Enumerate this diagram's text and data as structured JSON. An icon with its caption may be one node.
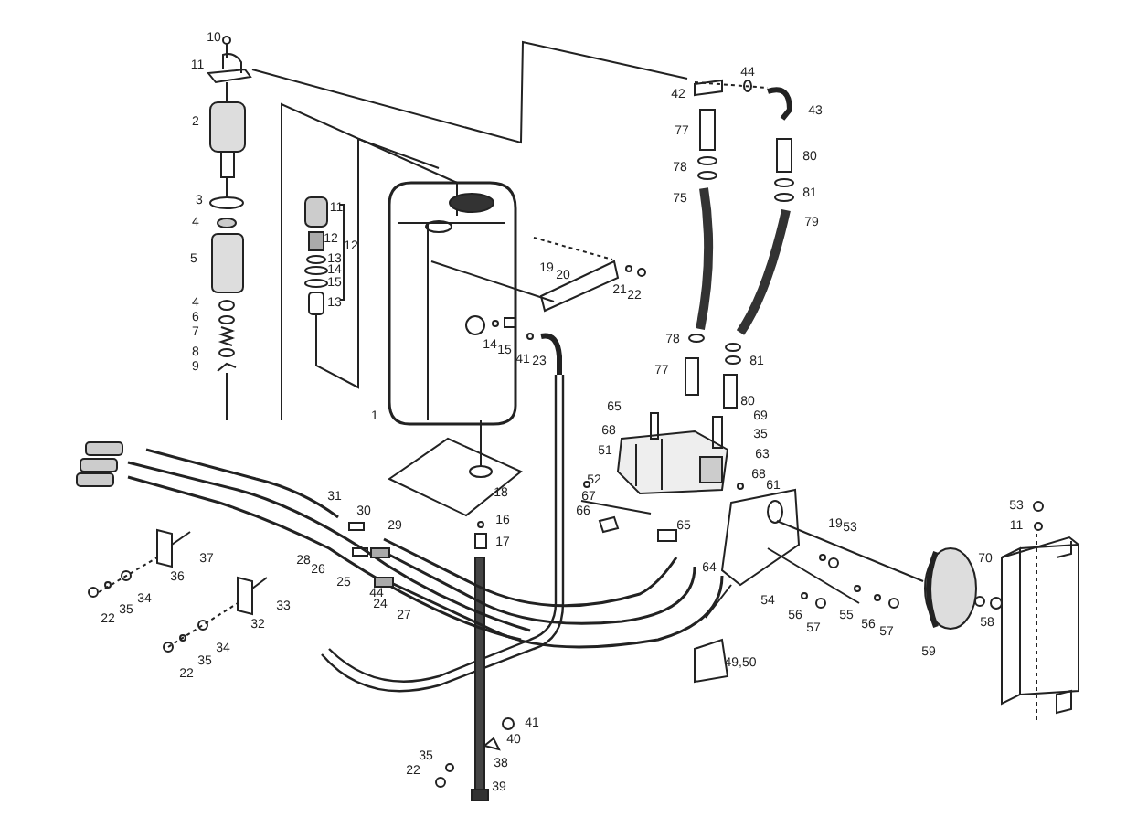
{
  "diagram": {
    "labels": [
      "10",
      "11",
      "44",
      "42",
      "43",
      "2",
      "77",
      "80",
      "78",
      "81",
      "3",
      "75",
      "11",
      "4",
      "79",
      "12",
      "12",
      "5",
      "13",
      "14",
      "19",
      "20",
      "15",
      "21",
      "22",
      "4",
      "13",
      "6",
      "7",
      "78",
      "14",
      "15",
      "41",
      "8",
      "81",
      "23",
      "9",
      "77",
      "80",
      "65",
      "1",
      "69",
      "68",
      "35",
      "51",
      "63",
      "68",
      "52",
      "61",
      "18",
      "31",
      "67",
      "30",
      "66",
      "53",
      "16",
      "19",
      "29",
      "65",
      "53",
      "11",
      "17",
      "37",
      "28",
      "64",
      "26",
      "70",
      "36",
      "25",
      "44",
      "34",
      "54",
      "24",
      "33",
      "58",
      "35",
      "27",
      "55",
      "56",
      "22",
      "56",
      "32",
      "57",
      "57",
      "34",
      "59",
      "35",
      "49,50",
      "22",
      "41",
      "40",
      "35",
      "38",
      "22",
      "39"
    ]
  }
}
